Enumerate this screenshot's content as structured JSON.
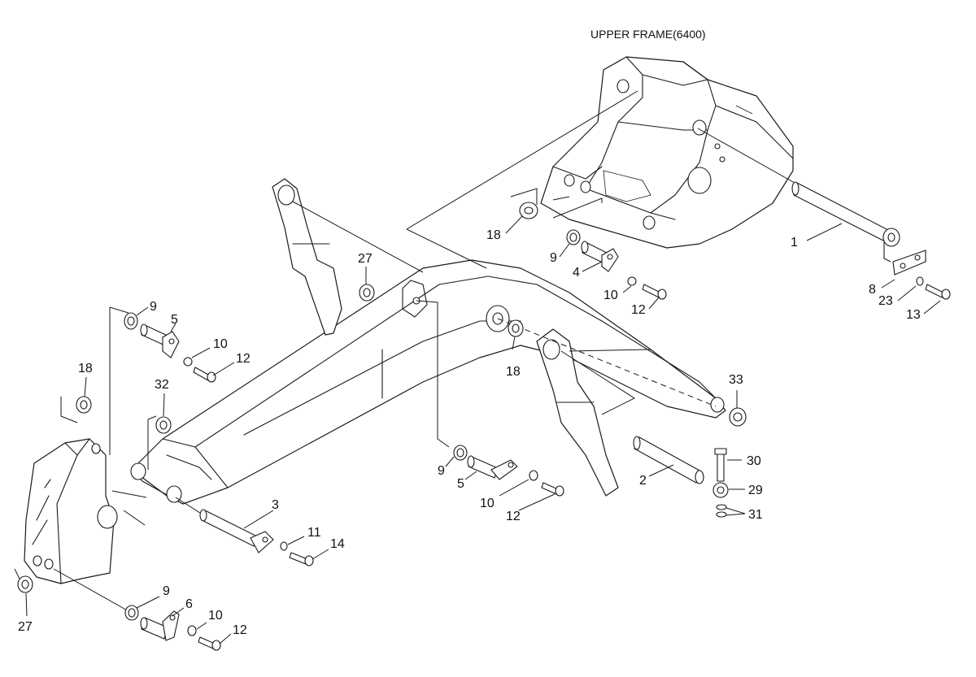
{
  "header": {
    "title": "UPPER FRAME(6400)"
  },
  "callouts": {
    "c1": "1",
    "c2": "2",
    "c3": "3",
    "c4": "4",
    "c5a": "5",
    "c5b": "5",
    "c6": "6",
    "c8": "8",
    "c9a": "9",
    "c9b": "9",
    "c9c": "9",
    "c9d": "9",
    "c10a": "10",
    "c10b": "10",
    "c10c": "10",
    "c10d": "10",
    "c11": "11",
    "c12a": "12",
    "c12b": "12",
    "c12c": "12",
    "c12d": "12",
    "c13": "13",
    "c14": "14",
    "c18a": "18",
    "c18b": "18",
    "c18c": "18",
    "c23": "23",
    "c27a": "27",
    "c27b": "27",
    "c29": "29",
    "c30": "30",
    "c31": "31",
    "c32": "32",
    "c33": "33"
  }
}
